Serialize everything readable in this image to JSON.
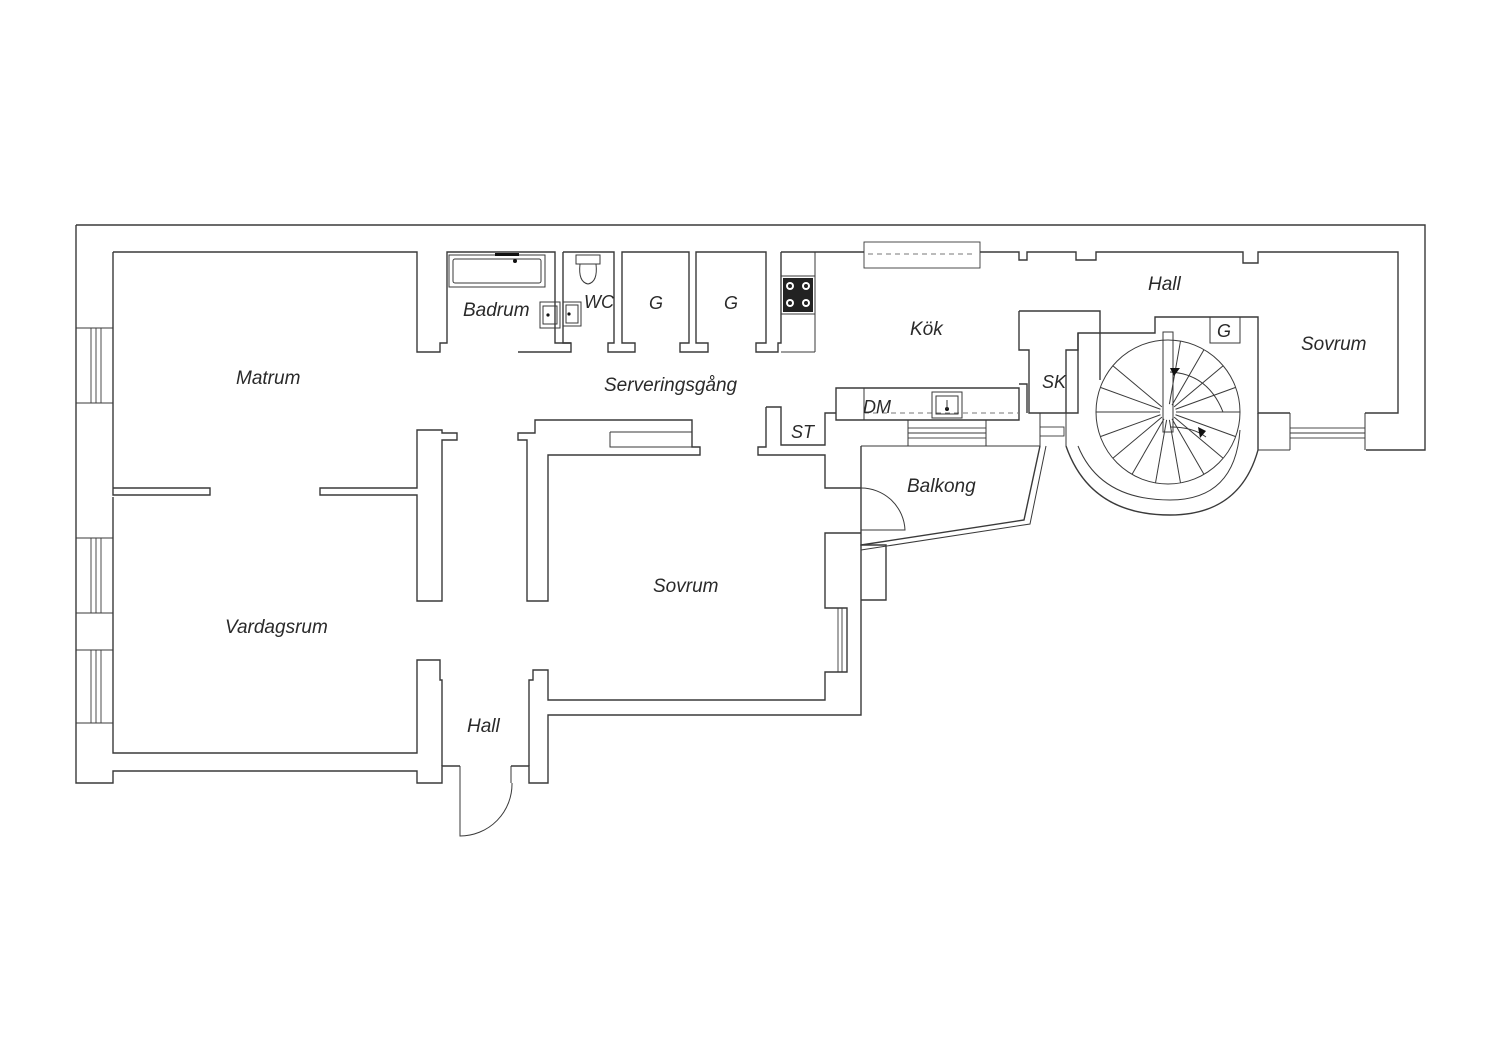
{
  "rooms": {
    "matrum": "Matrum",
    "vardagsrum": "Vardagsrum",
    "hall_entry": "Hall",
    "badrum": "Badrum",
    "wc": "WC",
    "g1": "G",
    "g2": "G",
    "serveringsgang": "Serveringsgång",
    "kok": "Kök",
    "dm": "DM",
    "st": "ST",
    "sk": "SK",
    "balkong": "Balkong",
    "sovrum_center": "Sovrum",
    "hall_upper": "Hall",
    "g3": "G",
    "sovrum_right": "Sovrum"
  },
  "colors": {
    "line": "#3a3a3a",
    "background": "#ffffff"
  },
  "icons": [
    "stove-icon",
    "sink-icon",
    "bathtub-icon",
    "toilet-icon",
    "spiral-staircase-icon"
  ]
}
